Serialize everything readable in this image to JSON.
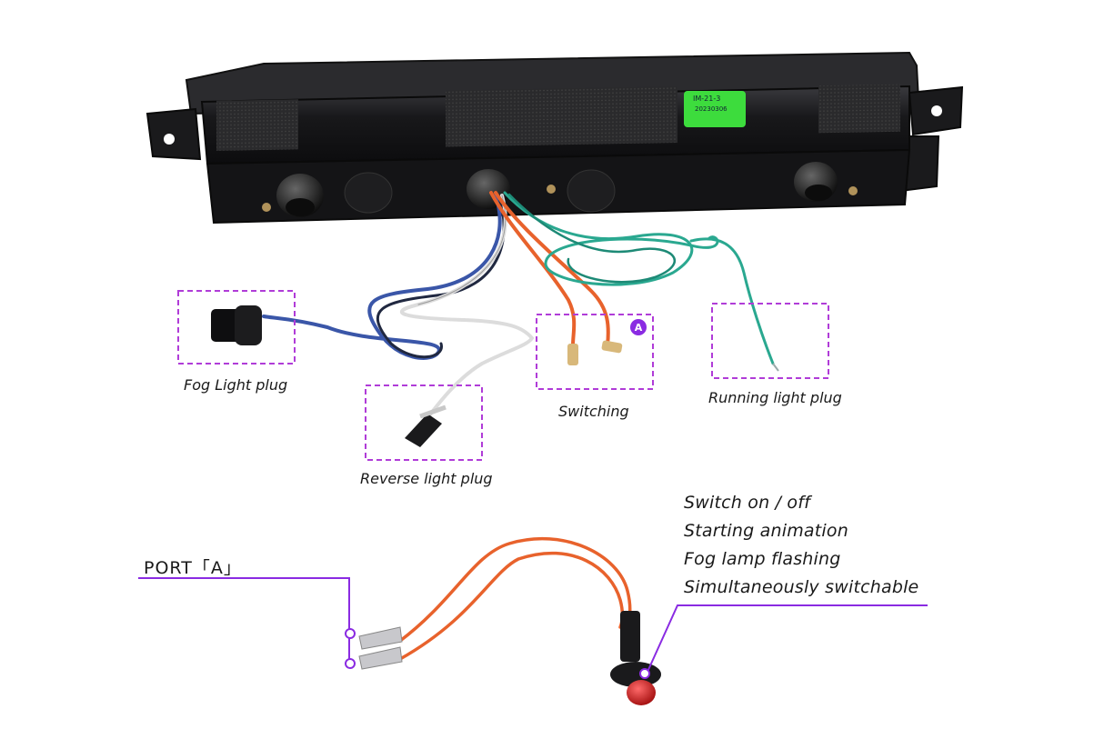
{
  "labels": {
    "fog": "Fog Light plug",
    "reverse": "Reverse light plug",
    "switching": "Switching",
    "running": "Running light plug",
    "port": "PORT「A」"
  },
  "badge": "A",
  "features": [
    "Switch on / off",
    "Starting animation",
    "Fog lamp flashing",
    "Simultaneously switchable"
  ],
  "unit_tag": {
    "line1": "IM-21-3",
    "line2": "20230306"
  },
  "colors": {
    "highlight_box": "#b03cd8",
    "callout_line": "#8a2be2",
    "wire_blue": "#3a56a8",
    "wire_white": "#e8e8e8",
    "wire_orange": "#e8622c",
    "wire_green": "#2aa890",
    "housing": "#1c1c1e",
    "tag_green": "#3ddc3d",
    "button_red": "#d41c1c"
  }
}
